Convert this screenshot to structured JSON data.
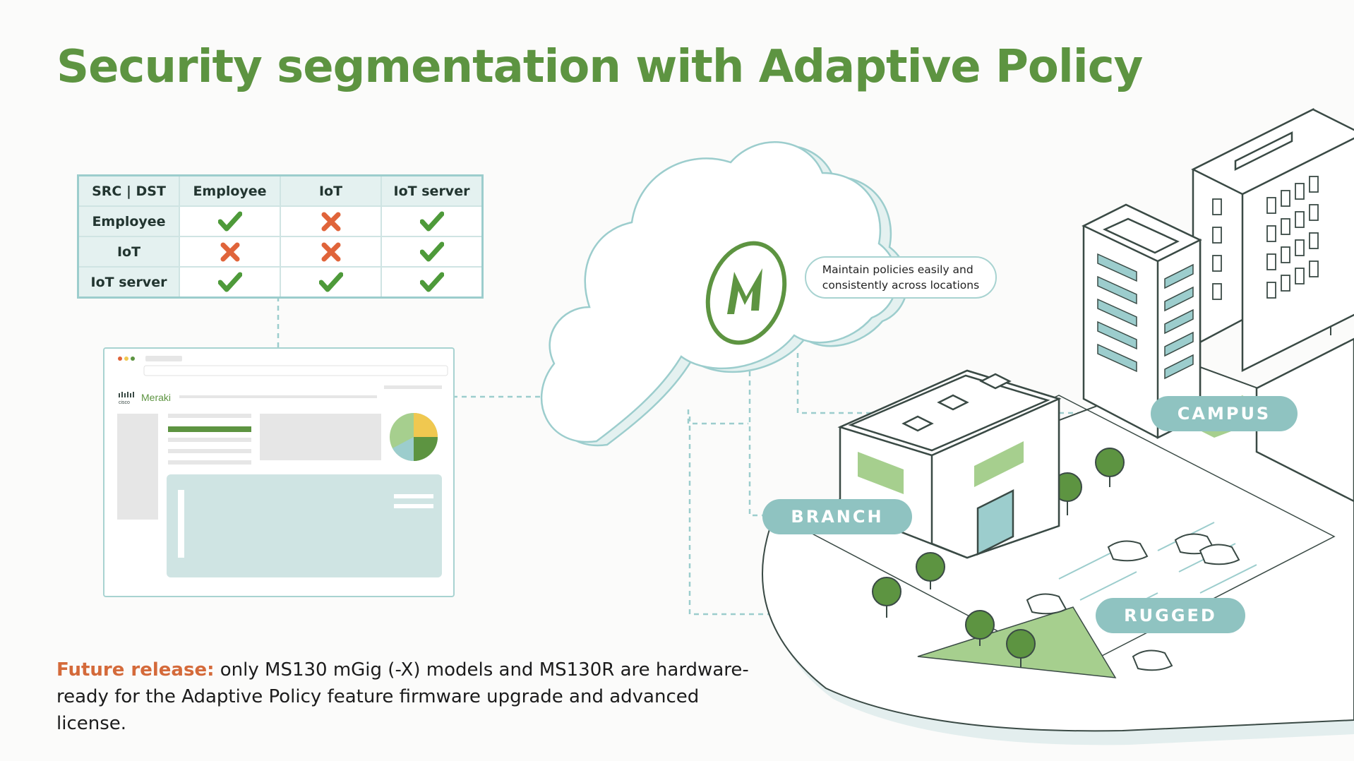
{
  "title": "Security segmentation with Adaptive Policy",
  "matrix": {
    "corner": "SRC | DST",
    "columns": [
      "Employee",
      "IoT",
      "IoT server"
    ],
    "rows": [
      {
        "label": "Employee",
        "cells": [
          "allow",
          "deny",
          "allow"
        ]
      },
      {
        "label": "IoT",
        "cells": [
          "deny",
          "deny",
          "allow"
        ]
      },
      {
        "label": "IoT server",
        "cells": [
          "allow",
          "allow",
          "allow"
        ]
      }
    ],
    "colors": {
      "allow": "#4e9a3a",
      "deny": "#e0643a"
    }
  },
  "dashboard": {
    "brand_left": "cisco",
    "brand_right": "Meraki"
  },
  "cloud": {
    "logo_letter": "M"
  },
  "callout": {
    "line1": "Maintain policies easily and",
    "line2": "consistently across locations"
  },
  "sites": {
    "campus": "CAMPUS",
    "branch": "BRANCH",
    "rugged": "RUGGED"
  },
  "footnote": {
    "highlight": "Future release:",
    "text": " only MS130 mGig (-X) models and MS130R are hardware-ready for the Adaptive Policy feature firmware upgrade and advanced license."
  },
  "colors": {
    "title": "#5d9441",
    "accent": "#d46a3a",
    "teal": "#8fc3c1",
    "green": "#5d9441"
  }
}
